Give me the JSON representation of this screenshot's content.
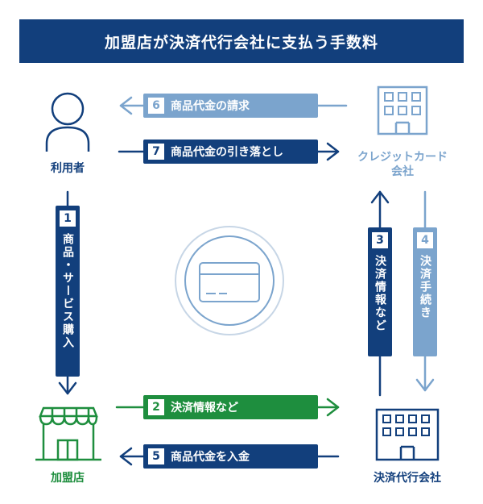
{
  "title": "加盟店が決済代行会社に支払う手数料",
  "nodes": {
    "user": {
      "label": "利用者"
    },
    "card_company": {
      "label_line1": "クレジットカード",
      "label_line2": "会社"
    },
    "merchant": {
      "label": "加盟店"
    },
    "processor": {
      "label": "決済代行会社"
    }
  },
  "steps": [
    {
      "number": "1",
      "label": "商品・サービス購入"
    },
    {
      "number": "2",
      "label": "決済情報など"
    },
    {
      "number": "3",
      "label": "決済情報など"
    },
    {
      "number": "4",
      "label": "決済手続き"
    },
    {
      "number": "5",
      "label": "商品代金を入金"
    },
    {
      "number": "6",
      "label": "商品代金の請求"
    },
    {
      "number": "7",
      "label": "商品代金の引き落とし"
    }
  ],
  "colors": {
    "dark_blue": "#123f7c",
    "light_blue": "#7ba4cd",
    "green": "#1e8e3e"
  },
  "icons": {
    "user": "person-icon",
    "card_company": "office-building-icon",
    "merchant": "storefront-icon",
    "processor": "office-building-icon",
    "center": "credit-card-icon"
  }
}
